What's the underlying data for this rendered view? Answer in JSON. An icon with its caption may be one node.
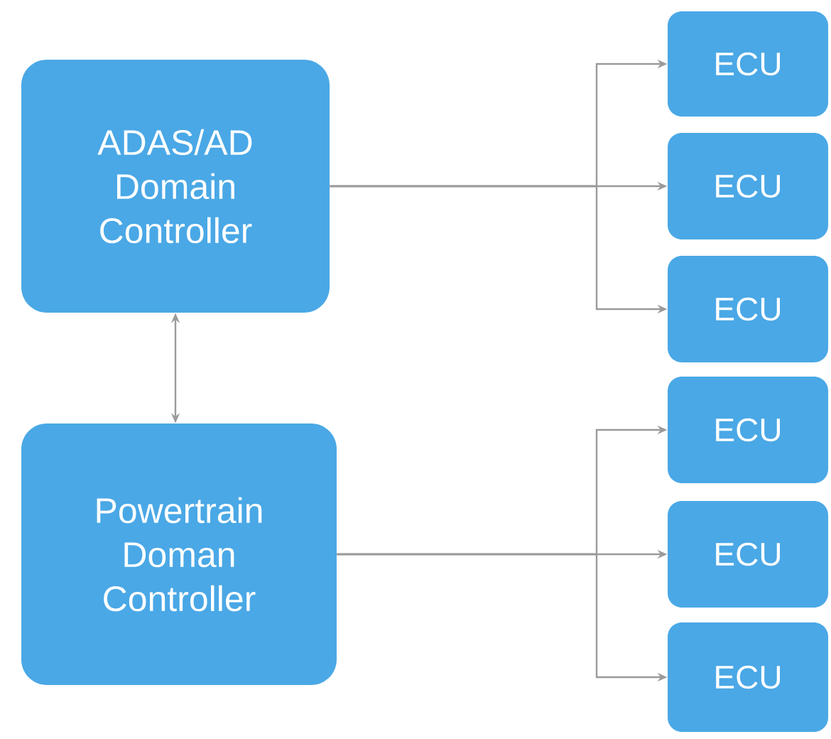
{
  "diagram": {
    "nodes": [
      {
        "text": [
          "ADAS/AD Domain Controller"
        ]
      },
      {
        "text": [
          "Powertrain Doman Controller"
        ]
      },
      {
        "text": [
          "ECU"
        ]
      },
      {
        "text": [
          "ECU"
        ]
      },
      {
        "text": [
          "ECU"
        ]
      },
      {
        "text": [
          "ECU"
        ]
      },
      {
        "text": [
          "ECU"
        ]
      },
      {
        "text": [
          "ECU"
        ]
      }
    ],
    "edges": [
      {
        "from": 0,
        "to": 2,
        "arrow": "to"
      },
      {
        "from": 0,
        "to": 3,
        "arrow": "to"
      },
      {
        "from": 0,
        "to": 4,
        "arrow": "to"
      },
      {
        "from": 0,
        "to": 1,
        "arrow": "both"
      },
      {
        "from": 1,
        "to": 5,
        "arrow": "to"
      },
      {
        "from": 1,
        "to": 6,
        "arrow": "to"
      },
      {
        "from": 1,
        "to": 7,
        "arrow": "to"
      }
    ]
  }
}
